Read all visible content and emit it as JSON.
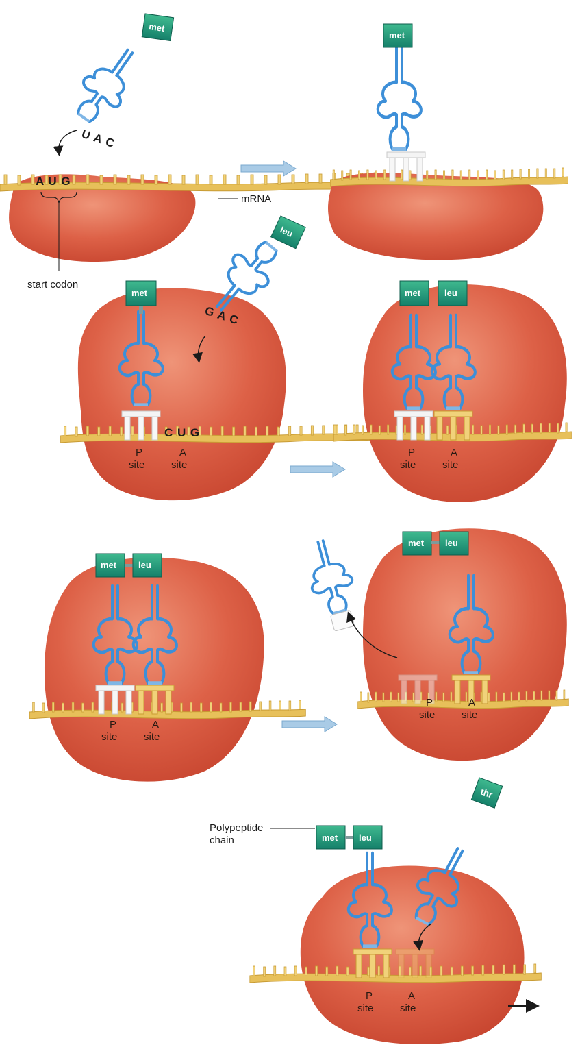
{
  "labels": {
    "mrna": "mRNA",
    "start_codon": "start codon",
    "polypeptide": "Polypeptide\nchain",
    "p_site": "P\nsite",
    "a_site": "A\nsite"
  },
  "codons": {
    "aug": "A U G",
    "uac": "U A C",
    "gac": "G A C",
    "cug": "C U G"
  },
  "amino_acids": {
    "met": "met",
    "leu": "leu",
    "thr": "thr"
  },
  "colors": {
    "ribosome": "#d9573d",
    "ribosome_highlight": "#ec8a6d",
    "mrna": "#e6c25a",
    "trna": "#3d8fd8",
    "amino_acid": "#1f9d7a",
    "arrow": "#9ec6e6"
  }
}
